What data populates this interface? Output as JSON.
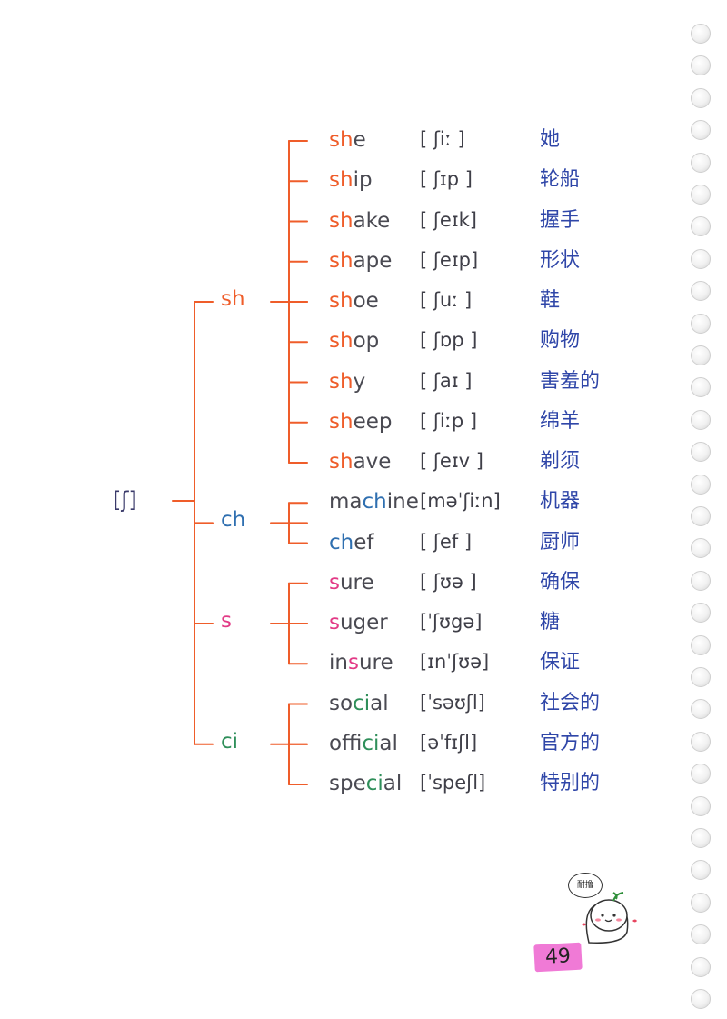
{
  "root_symbol": "[ʃ]",
  "colors": {
    "sh": "#ef5d2a",
    "ch": "#2f6fb0",
    "s": "#e23a86",
    "ci": "#2f8f5a",
    "line": "#ef5d2a",
    "chinese": "#2f46a8"
  },
  "groups": [
    {
      "label": "sh",
      "color_key": "sh",
      "words": [
        {
          "pre": "",
          "hl": "sh",
          "post": "e",
          "ipa": "[ ʃiː ]",
          "meaning": "她"
        },
        {
          "pre": "",
          "hl": "sh",
          "post": "ip",
          "ipa": "[ ʃɪp ]",
          "meaning": "轮船"
        },
        {
          "pre": "",
          "hl": "sh",
          "post": "ake",
          "ipa": "[ ʃeɪk]",
          "meaning": "握手"
        },
        {
          "pre": "",
          "hl": "sh",
          "post": "ape",
          "ipa": "[ ʃeɪp]",
          "meaning": "形状"
        },
        {
          "pre": "",
          "hl": "sh",
          "post": "oe",
          "ipa": "[ ʃuː ]",
          "meaning": "鞋"
        },
        {
          "pre": "",
          "hl": "sh",
          "post": "op",
          "ipa": "[ ʃɒp ]",
          "meaning": "购物"
        },
        {
          "pre": "",
          "hl": "sh",
          "post": "y",
          "ipa": "[ ʃaɪ ]",
          "meaning": "害羞的"
        },
        {
          "pre": "",
          "hl": "sh",
          "post": "eep",
          "ipa": "[ ʃiːp ]",
          "meaning": "绵羊"
        },
        {
          "pre": "",
          "hl": "sh",
          "post": "ave",
          "ipa": "[ ʃeɪv ]",
          "meaning": "剃须"
        }
      ]
    },
    {
      "label": "ch",
      "color_key": "ch",
      "words": [
        {
          "pre": "ma",
          "hl": "ch",
          "post": "ine",
          "ipa": "[məˈʃiːn]",
          "meaning": "机器"
        },
        {
          "pre": "",
          "hl": "ch",
          "post": "ef",
          "ipa": "[ ʃef ]",
          "meaning": "厨师"
        }
      ]
    },
    {
      "label": "s",
      "color_key": "s",
      "words": [
        {
          "pre": "",
          "hl": "s",
          "post": "ure",
          "ipa": "[ ʃʊə ]",
          "meaning": "确保"
        },
        {
          "pre": "",
          "hl": "s",
          "post": "uger",
          "ipa": "[ˈʃʊgə]",
          "meaning": "糖"
        },
        {
          "pre": "in",
          "hl": "s",
          "post": "ure",
          "ipa": "[ɪnˈʃʊə]",
          "meaning": "保证"
        }
      ]
    },
    {
      "label": "ci",
      "color_key": "ci",
      "words": [
        {
          "pre": "so",
          "hl": "ci",
          "post": "al",
          "ipa": "[ˈsəʊʃl]",
          "meaning": "社会的"
        },
        {
          "pre": "offi",
          "hl": "ci",
          "post": "al",
          "ipa": "[əˈfɪʃl]",
          "meaning": "官方的"
        },
        {
          "pre": "spe",
          "hl": "ci",
          "post": "al",
          "ipa": "[ˈspeʃl]",
          "meaning": "特别的"
        }
      ]
    }
  ],
  "mascot_bubble": "耐撸",
  "page_number": "49"
}
